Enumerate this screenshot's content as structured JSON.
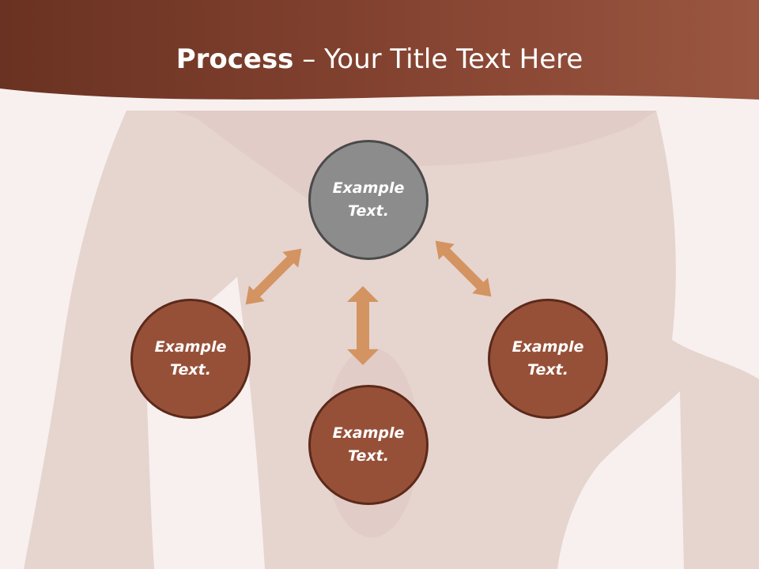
{
  "slide": {
    "title_bold": "Process",
    "title_rest": " – Your Title Text Here"
  },
  "diagram": {
    "nodes": [
      {
        "label": "Example\nText."
      },
      {
        "label": "Example\nText."
      },
      {
        "label": "Example\nText."
      },
      {
        "label": "Example\nText."
      }
    ]
  },
  "colors": {
    "header": "#8a4430",
    "center_node": "#8c8c8c",
    "outer_node": "#975038",
    "arrow": "#d39461"
  }
}
